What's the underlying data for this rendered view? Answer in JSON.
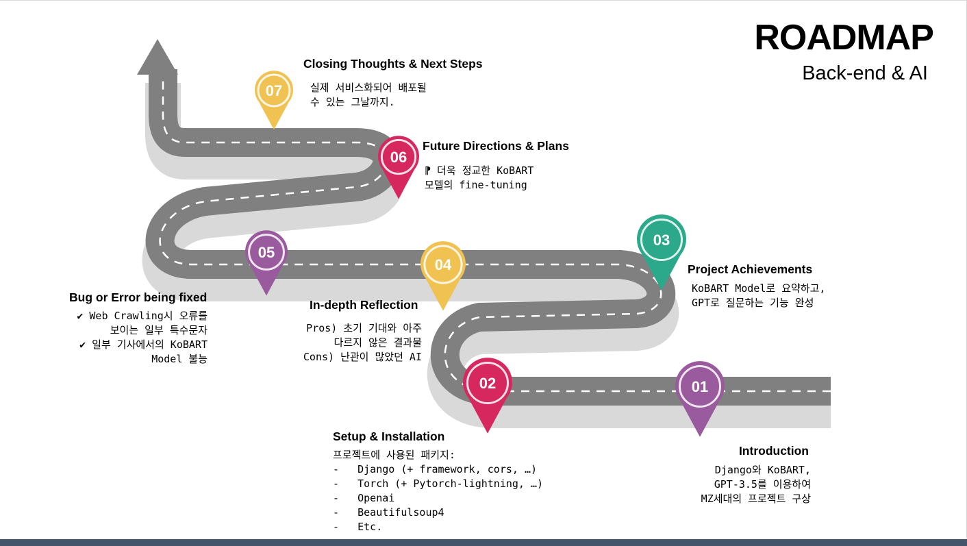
{
  "header": {
    "title": "ROADMAP",
    "subtitle": "Back-end & AI"
  },
  "colors": {
    "road": "#808080",
    "shadow": "#d9d9d9",
    "purple": "#9a5a9e",
    "magenta": "#d6275e",
    "teal": "#2ba98a",
    "gold": "#efc251",
    "bottom_bar": "#44546a"
  },
  "milestones": [
    {
      "number": "01",
      "color": "purple",
      "heading": "Introduction",
      "lines": [
        "Django와 KoBART,",
        "GPT-3.5를 이용하여",
        "MZ세대의 프로젝트 구상"
      ]
    },
    {
      "number": "02",
      "color": "magenta",
      "heading": "Setup & Installation",
      "lines": [
        "프로젝트에 사용된 패키지:",
        "-   Django (+ framework, cors, …)",
        "-   Torch (+ Pytorch-lightning, …)",
        "-   Openai",
        "-   Beautifulsoup4",
        "-   Etc."
      ]
    },
    {
      "number": "03",
      "color": "teal",
      "heading": "Project Achievements",
      "lines": [
        "KoBART Model로 요약하고,",
        "GPT로 질문하는 기능 완성"
      ]
    },
    {
      "number": "04",
      "color": "gold",
      "heading": "In-depth Reflection",
      "lines": [
        "Pros) 초기 기대와 아주",
        "다르지 않은 결과물",
        "Cons) 난관이 많았던 AI"
      ]
    },
    {
      "number": "05",
      "color": "purple",
      "heading": "Bug or Error being fixed",
      "lines": [
        "✔ Web Crawling시 오류를",
        "보이는 일부 특수문자",
        "✔ 일부 기사에서의 KoBART",
        "Model 불능"
      ]
    },
    {
      "number": "06",
      "color": "magenta",
      "heading": "Future Directions & Plans",
      "lines": [
        "⁋ 더욱 정교한 KoBART",
        "모델의 fine-tuning"
      ]
    },
    {
      "number": "07",
      "color": "gold",
      "heading": "Closing Thoughts & Next Steps",
      "lines": [
        "실제 서비스화되어 배포될",
        "수 있는 그날까지."
      ]
    }
  ]
}
